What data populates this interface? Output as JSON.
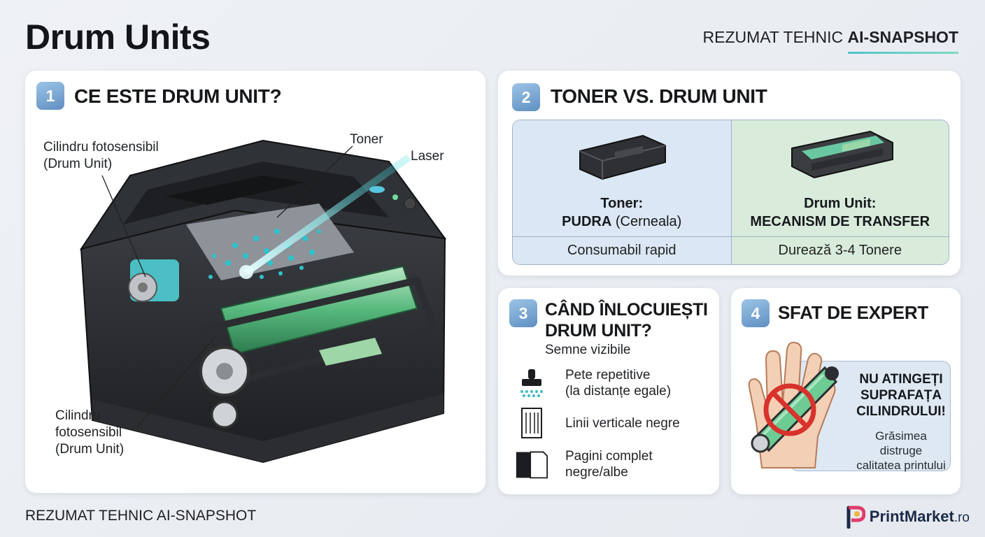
{
  "page": {
    "title": "Drum Units",
    "header_right_plain": "REZUMAT TEHNIC ",
    "header_right_bold": "AI-SNAPSHOT",
    "footer": "REZUMAT TEHNIC AI-SNAPSHOT",
    "brand_name": "PrintMarket",
    "brand_tld": ".ro"
  },
  "section1": {
    "number": "1",
    "title": "CE ESTE DRUM UNIT?",
    "label_cylinder_top_1": "Cilindru fotosensibil",
    "label_cylinder_top_2": "(Drum Unit)",
    "label_toner": "Toner",
    "label_laser": "Laser",
    "label_cylinder_bottom_1": "Cilindru",
    "label_cylinder_bottom_2": "fotosensibil",
    "label_cylinder_bottom_3": "(Drum Unit)"
  },
  "section2": {
    "number": "2",
    "title": "TONER VS. DRUM UNIT",
    "toner_name": "Toner:",
    "toner_desc_bold": "PUDRA",
    "toner_desc_rest": " (Cerneala)",
    "toner_life": "Consumabil rapid",
    "drum_name": "Drum Unit:",
    "drum_desc": "MECANISM DE TRANSFER",
    "drum_life": "Durează 3-4 Tonere"
  },
  "section3": {
    "number": "3",
    "title_1": "CÂND ÎNLOCUIEȘTI",
    "title_2": "DRUM UNIT?",
    "subtitle": "Semne vizibile",
    "signs": [
      {
        "line1": "Pete repetitive",
        "line2": "(la distanțe egale)",
        "icon": "stamp-icon"
      },
      {
        "line1": "Linii verticale negre",
        "line2": "",
        "icon": "striped-page-icon"
      },
      {
        "line1": "Pagini complet",
        "line2": "negre/albe",
        "icon": "black-white-pages-icon"
      }
    ]
  },
  "section4": {
    "number": "4",
    "title": "SFAT DE EXPERT",
    "warning_1": "NU ATINGEȚI",
    "warning_2": "SUPRAFAȚA",
    "warning_3": "CILINDRULUI!",
    "note_1": "Grăsimea distruge",
    "note_2": "calitatea printului"
  },
  "colors": {
    "accent_teal": "#4fc3c7",
    "drum_green": "#5fc08a",
    "toner_panel": "#dbe7f4",
    "drum_panel": "#d9ecdc",
    "prohibition_red": "#d8322d"
  }
}
